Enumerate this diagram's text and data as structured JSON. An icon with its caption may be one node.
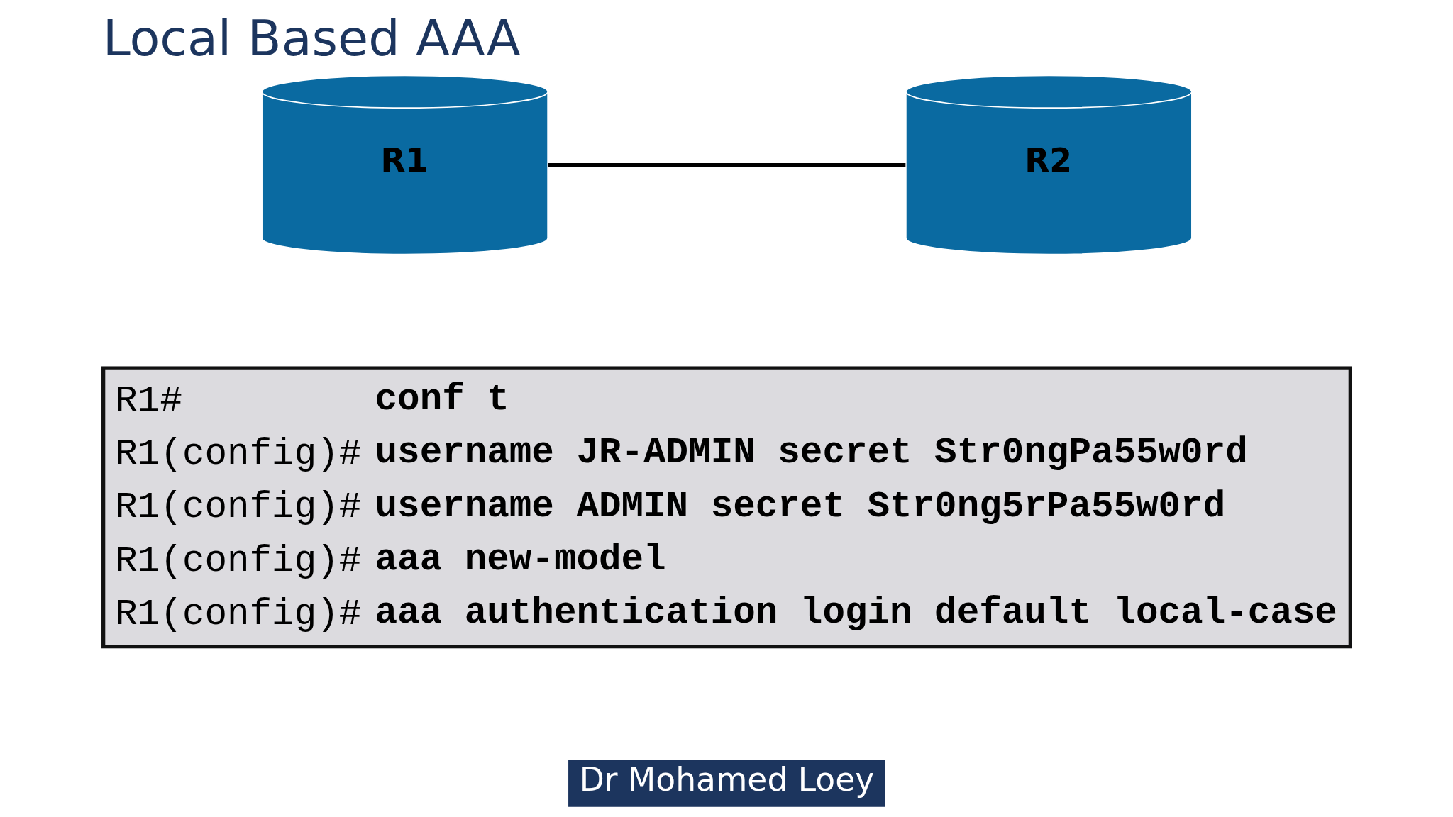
{
  "diagram": {
    "title": "Local Based AAA",
    "nodes": [
      {
        "text": [
          "R1"
        ]
      },
      {
        "text": [
          "R2"
        ]
      }
    ],
    "edges": [
      {
        "from": 0,
        "to": 1,
        "arrow": "none"
      }
    ],
    "labels": [
      "R1#",
      "conf t",
      "R1(config)#",
      "username JR-ADMIN secret Str0ngPa55w0rd",
      "R1(config)#",
      "username ADMIN secret Str0ng5rPa55w0rd",
      "R1(config)#",
      "aaa new-model",
      "R1(config)#",
      "aaa authentication login default local-case",
      "Dr Mohamed Loey"
    ]
  }
}
